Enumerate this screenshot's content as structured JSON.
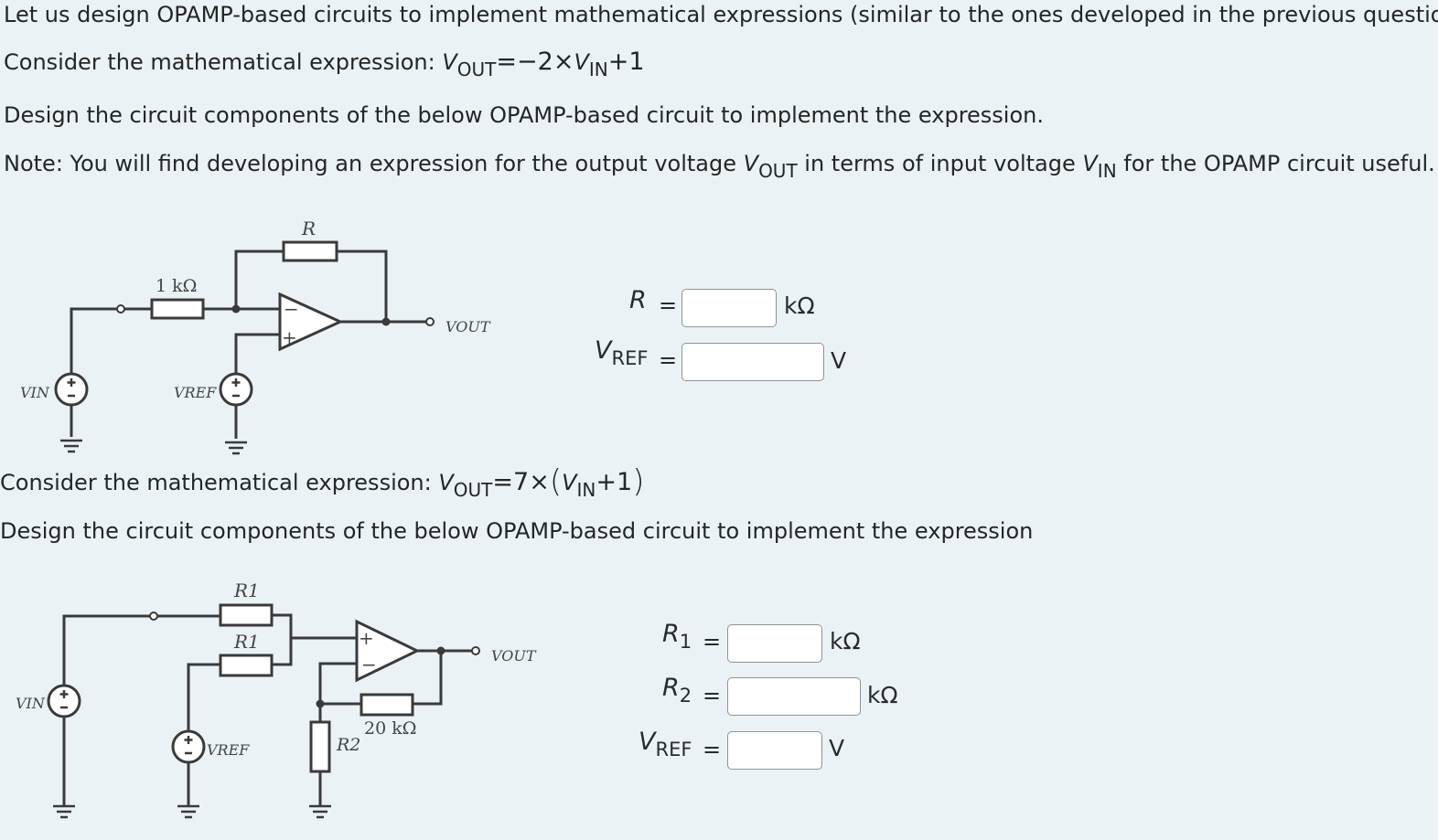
{
  "intro": {
    "line1": "Let us design OPAMP-based circuits to implement mathematical expressions (similar to the ones developed in the previous question).",
    "consider_prefix": "Consider the mathematical expression:",
    "design_text": "Design the circuit components of the below OPAMP-based circuit to implement the expression.",
    "note_part1": "Note: You will find developing an expression for the output voltage ",
    "note_part2": " in terms of input voltage ",
    "note_part3": " for the OPAMP circuit useful."
  },
  "symbols": {
    "v": "V",
    "out": "OUT",
    "in": "IN",
    "ref": "REF",
    "equals": "=",
    "times": "×"
  },
  "q1": {
    "expr_coeff": "−2",
    "expr_const": "+1",
    "circuit": {
      "r_label": "R",
      "r_in_label": "1 kΩ",
      "vout_label": "VOUT",
      "vin_label": "VIN",
      "vref_label": "VREF",
      "plus": "+",
      "minus": "−"
    },
    "answers": {
      "r_label": "R",
      "r_unit": "kΩ",
      "r_value": "",
      "vref_unit": "V",
      "vref_value": ""
    }
  },
  "q2": {
    "consider_prefix": "Consider the mathematical expression:",
    "expr_coeff": "7",
    "paren_open": "(",
    "paren_close": ")",
    "expr_const": "+1",
    "design_text": "Design the circuit components of the below OPAMP-based circuit to implement the expression",
    "circuit": {
      "r1_label": "R1",
      "r2_label": "R2",
      "rf_label": "20 kΩ",
      "vout_label": "VOUT",
      "vin_label": "VIN",
      "vref_label": "VREF",
      "plus": "+",
      "minus": "−"
    },
    "answers": {
      "r1_label": "R",
      "r1_sub": "1",
      "r1_unit": "kΩ",
      "r1_value": "",
      "r2_label": "R",
      "r2_sub": "2",
      "r2_unit": "kΩ",
      "r2_value": "",
      "vref_unit": "V",
      "vref_value": ""
    }
  }
}
